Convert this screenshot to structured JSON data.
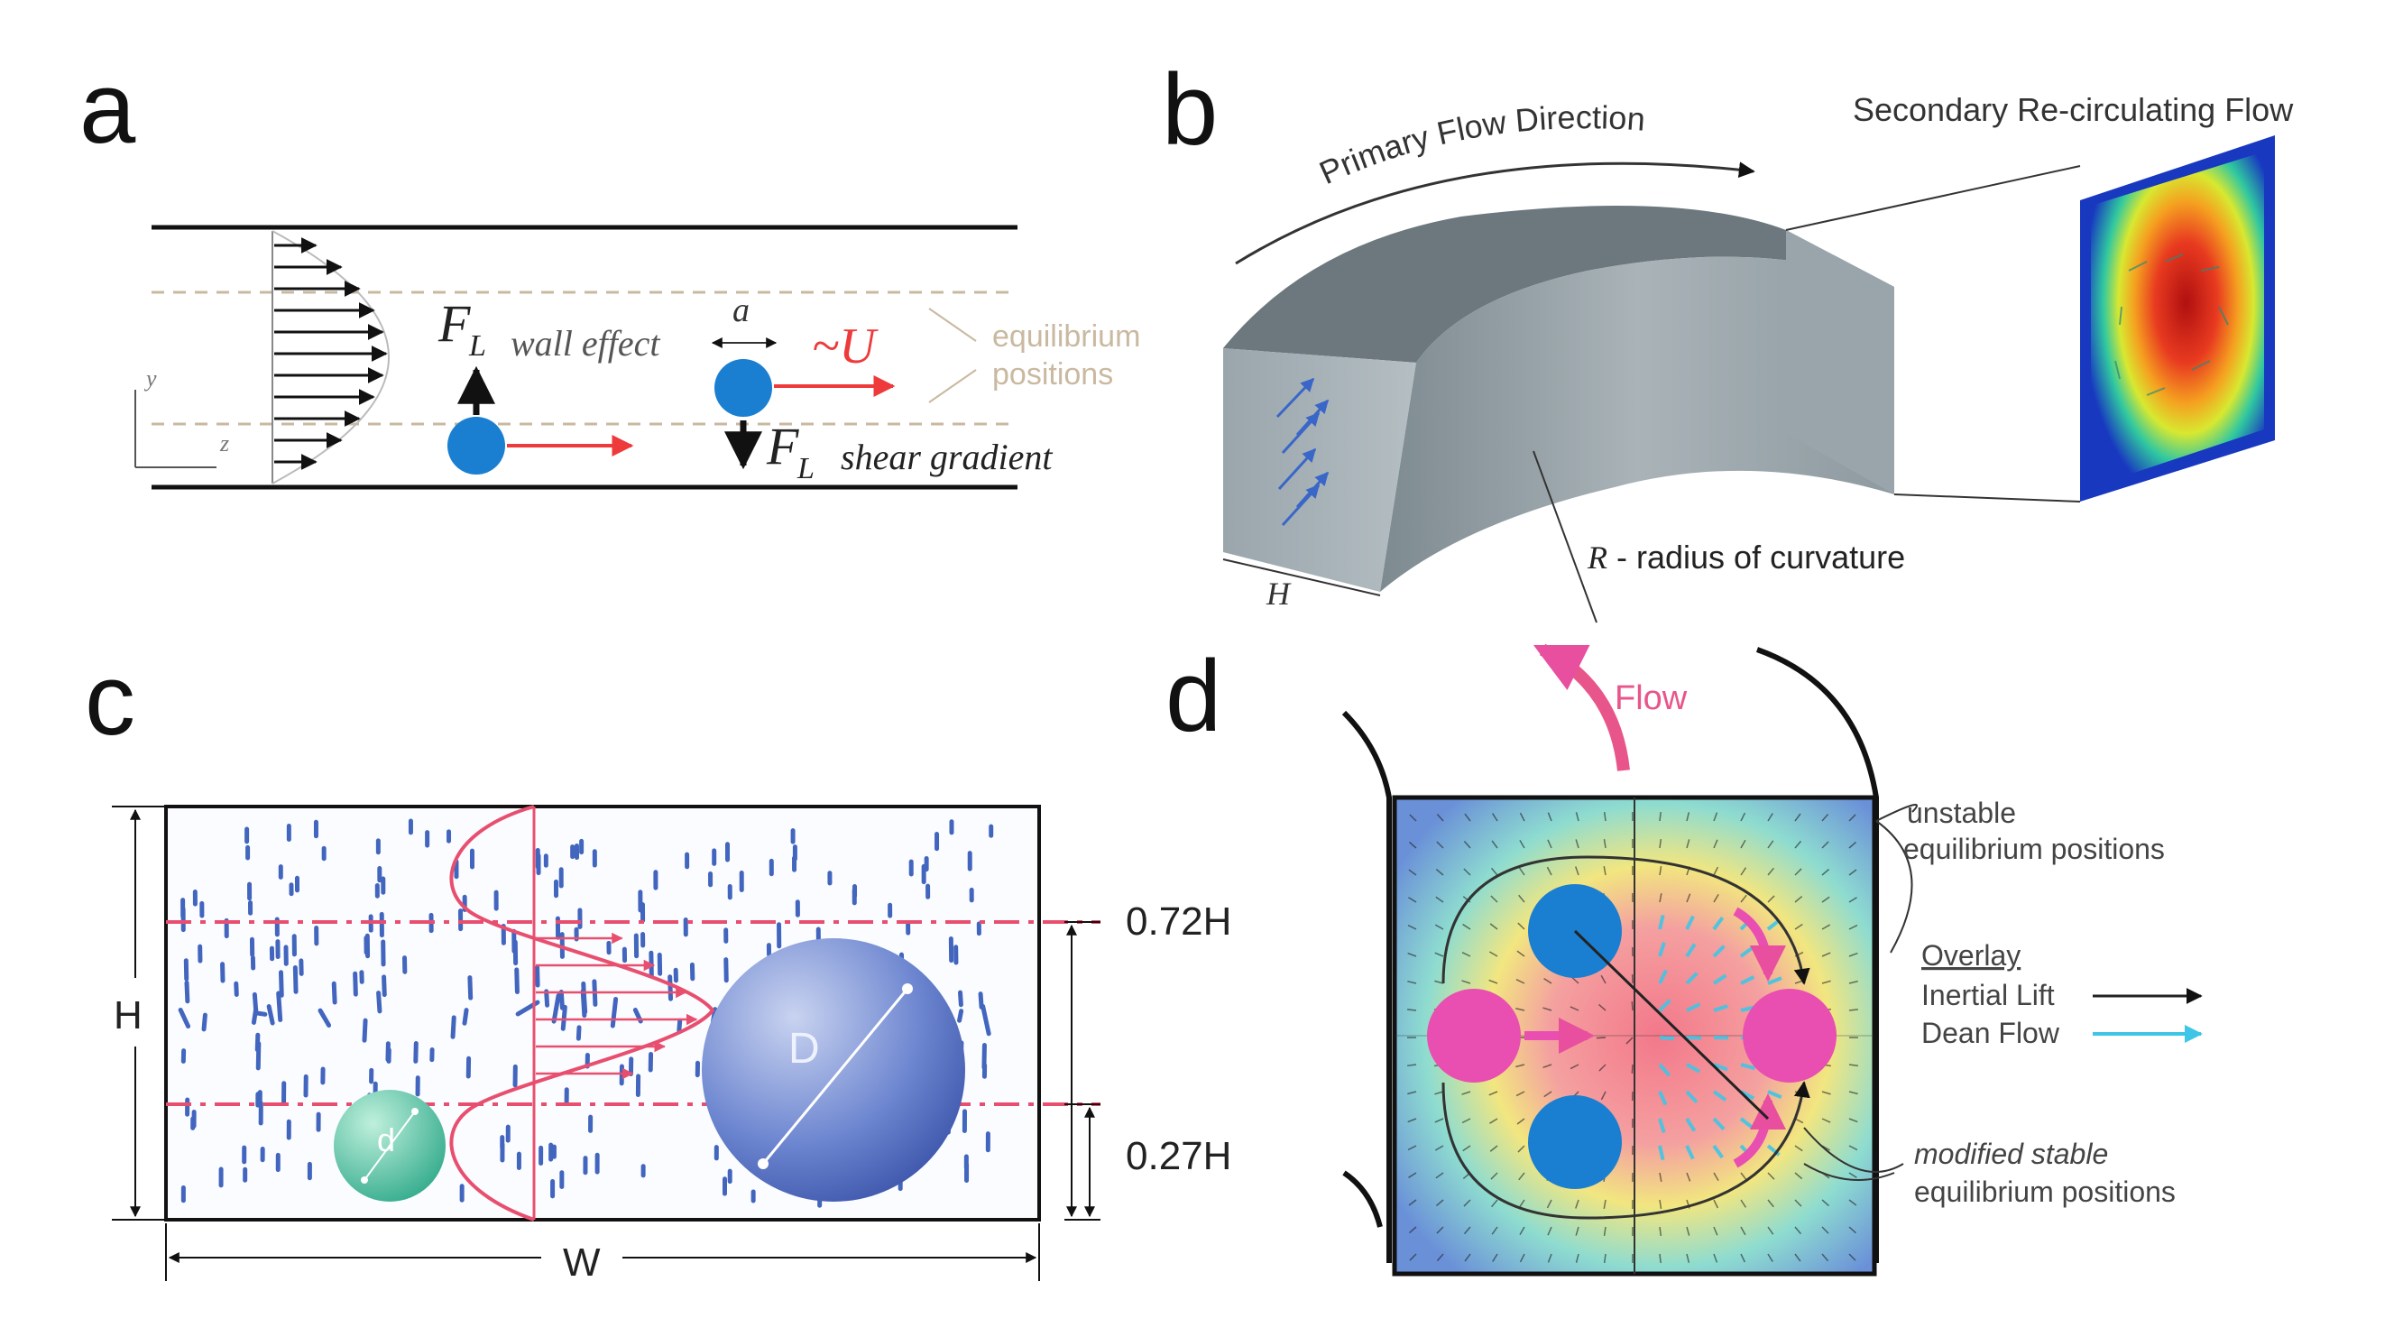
{
  "panels": {
    "a": {
      "letter": "a",
      "force_wall": "F",
      "force_sub": "L",
      "wall_effect": "wall effect",
      "particle_size": "a",
      "velocity": "~U",
      "shear": "shear gradient",
      "eq_line1": "equilibrium",
      "eq_line2": "positions",
      "axis_y": "y",
      "axis_z": "z"
    },
    "b": {
      "letter": "b",
      "primary_flow": "Primary Flow Direction",
      "secondary_flow": "Secondary Re-circulating Flow",
      "radius_symbol": "R",
      "radius_label": " - radius of curvature",
      "height_label": "H"
    },
    "c": {
      "letter": "c",
      "height_label": "H",
      "width_label": "W",
      "upper_ratio": "0.72H",
      "lower_ratio": "0.27H",
      "large_particle": "D",
      "small_particle": "d"
    },
    "d": {
      "letter": "d",
      "flow_label": "Flow",
      "unstable_line1": "unstable",
      "unstable_line2": "equilibrium positions",
      "overlay_title": "Overlay",
      "inertial_lift": "Inertial Lift",
      "dean_flow": "Dean Flow",
      "stable_line1": "modified stable",
      "stable_line2": "equilibrium positions"
    }
  },
  "colors": {
    "particle_blue": "#1a7fd1",
    "force_red": "#ee3a3a",
    "dashed_red": "#e84f6f",
    "pink_particle": "#e84fb0",
    "dean_cyan": "#3fc6e6",
    "equilibrium_tan": "#c9b9a0",
    "channel_gray": "#8a969c"
  }
}
